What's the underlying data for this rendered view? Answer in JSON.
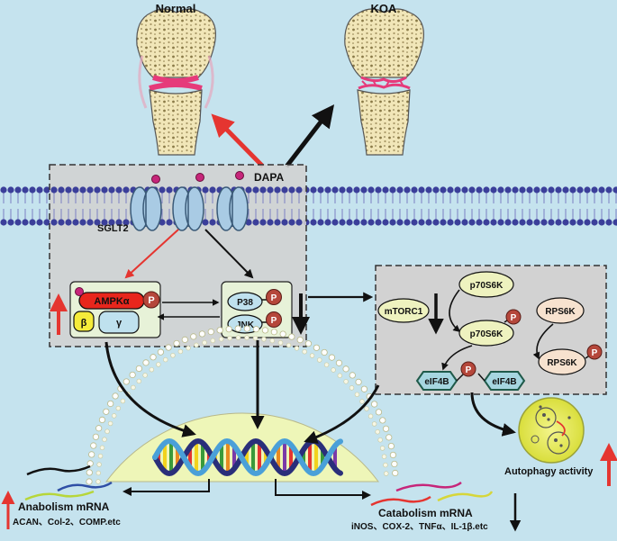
{
  "joints": {
    "normal": "Normal",
    "koa": "KOA"
  },
  "membrane": {
    "drug": "DAPA",
    "transporter": "SGLT2"
  },
  "ampk": {
    "alpha": "AMPKα",
    "beta": "β",
    "gamma": "γ"
  },
  "mapk": {
    "p38": "P38",
    "jnk": "JNK"
  },
  "phospho_label": "P",
  "mtor": {
    "mtorc1": "mTORC1",
    "p70_top": "p70S6K",
    "p70_bottom": "p70S6K",
    "rps6k_top": "RPS6K",
    "rps6k_bottom": "RPS6K",
    "eif4b_left": "eIF4B",
    "eif4b_right": "eIF4B"
  },
  "autophagy": {
    "label": "Autophagy activity"
  },
  "anabolism": {
    "title": "Anabolism  mRNA",
    "genes": "ACAN、Col-2、COMP.etc"
  },
  "catabolism": {
    "title": "Catabolism  mRNA",
    "genes": "iNOS、COX-2、TNFα、IL-1β.etc"
  },
  "colors": {
    "background": "#c5e3ee",
    "panel": "#d2d2d2",
    "membrane_head": "#3b3f9a",
    "phospho": "#b5473b",
    "up_arrow": "#e53530",
    "cartilage": "#e63a7a",
    "nucleus": "#eef6b8",
    "vesicle": "#e6ea58"
  }
}
